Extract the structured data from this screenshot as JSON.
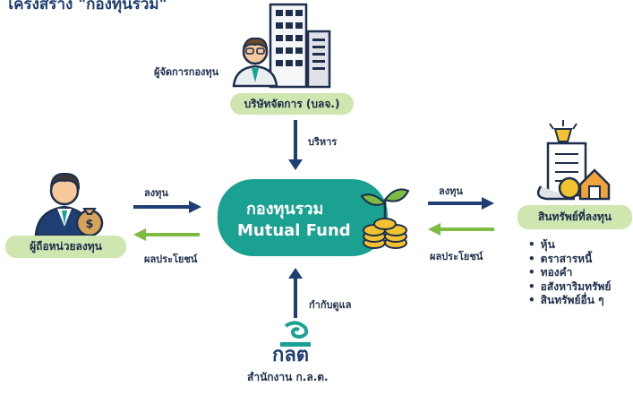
{
  "title": "โครงสร้าง \"กองทุนรวม\"",
  "fund": {
    "line1": "กองทุนรวม",
    "line2": "Mutual Fund"
  },
  "manager": {
    "person_label": "ผู้จัดการกองทุน",
    "company_label": "บริษัทจัดการ (บลจ.)",
    "arrow_label": "บริหาร"
  },
  "investor": {
    "label": "ผู้ถือหน่วยลงทุน",
    "invest_label": "ลงทุน",
    "return_label": "ผลประโยชน์"
  },
  "assets": {
    "label": "สินทรัพย์ที่ลงทุน",
    "invest_label": "ลงทุน",
    "return_label": "ผลประโยชน์",
    "items": [
      "หุ้น",
      "ตราสารหนี้",
      "ทองคำ",
      "อสังหาริมทรัพย์",
      "สินทรัพย์อื่น ๆ"
    ]
  },
  "regulator": {
    "logo_text": "กลต",
    "name": "สำนักงาน ก.ล.ต.",
    "arrow_label": "กำกับดูแล"
  },
  "colors": {
    "teal": "#1ba191",
    "navy": "#1e3f73",
    "green_arrow": "#7dbb42",
    "pill": "#cfe6b0"
  }
}
